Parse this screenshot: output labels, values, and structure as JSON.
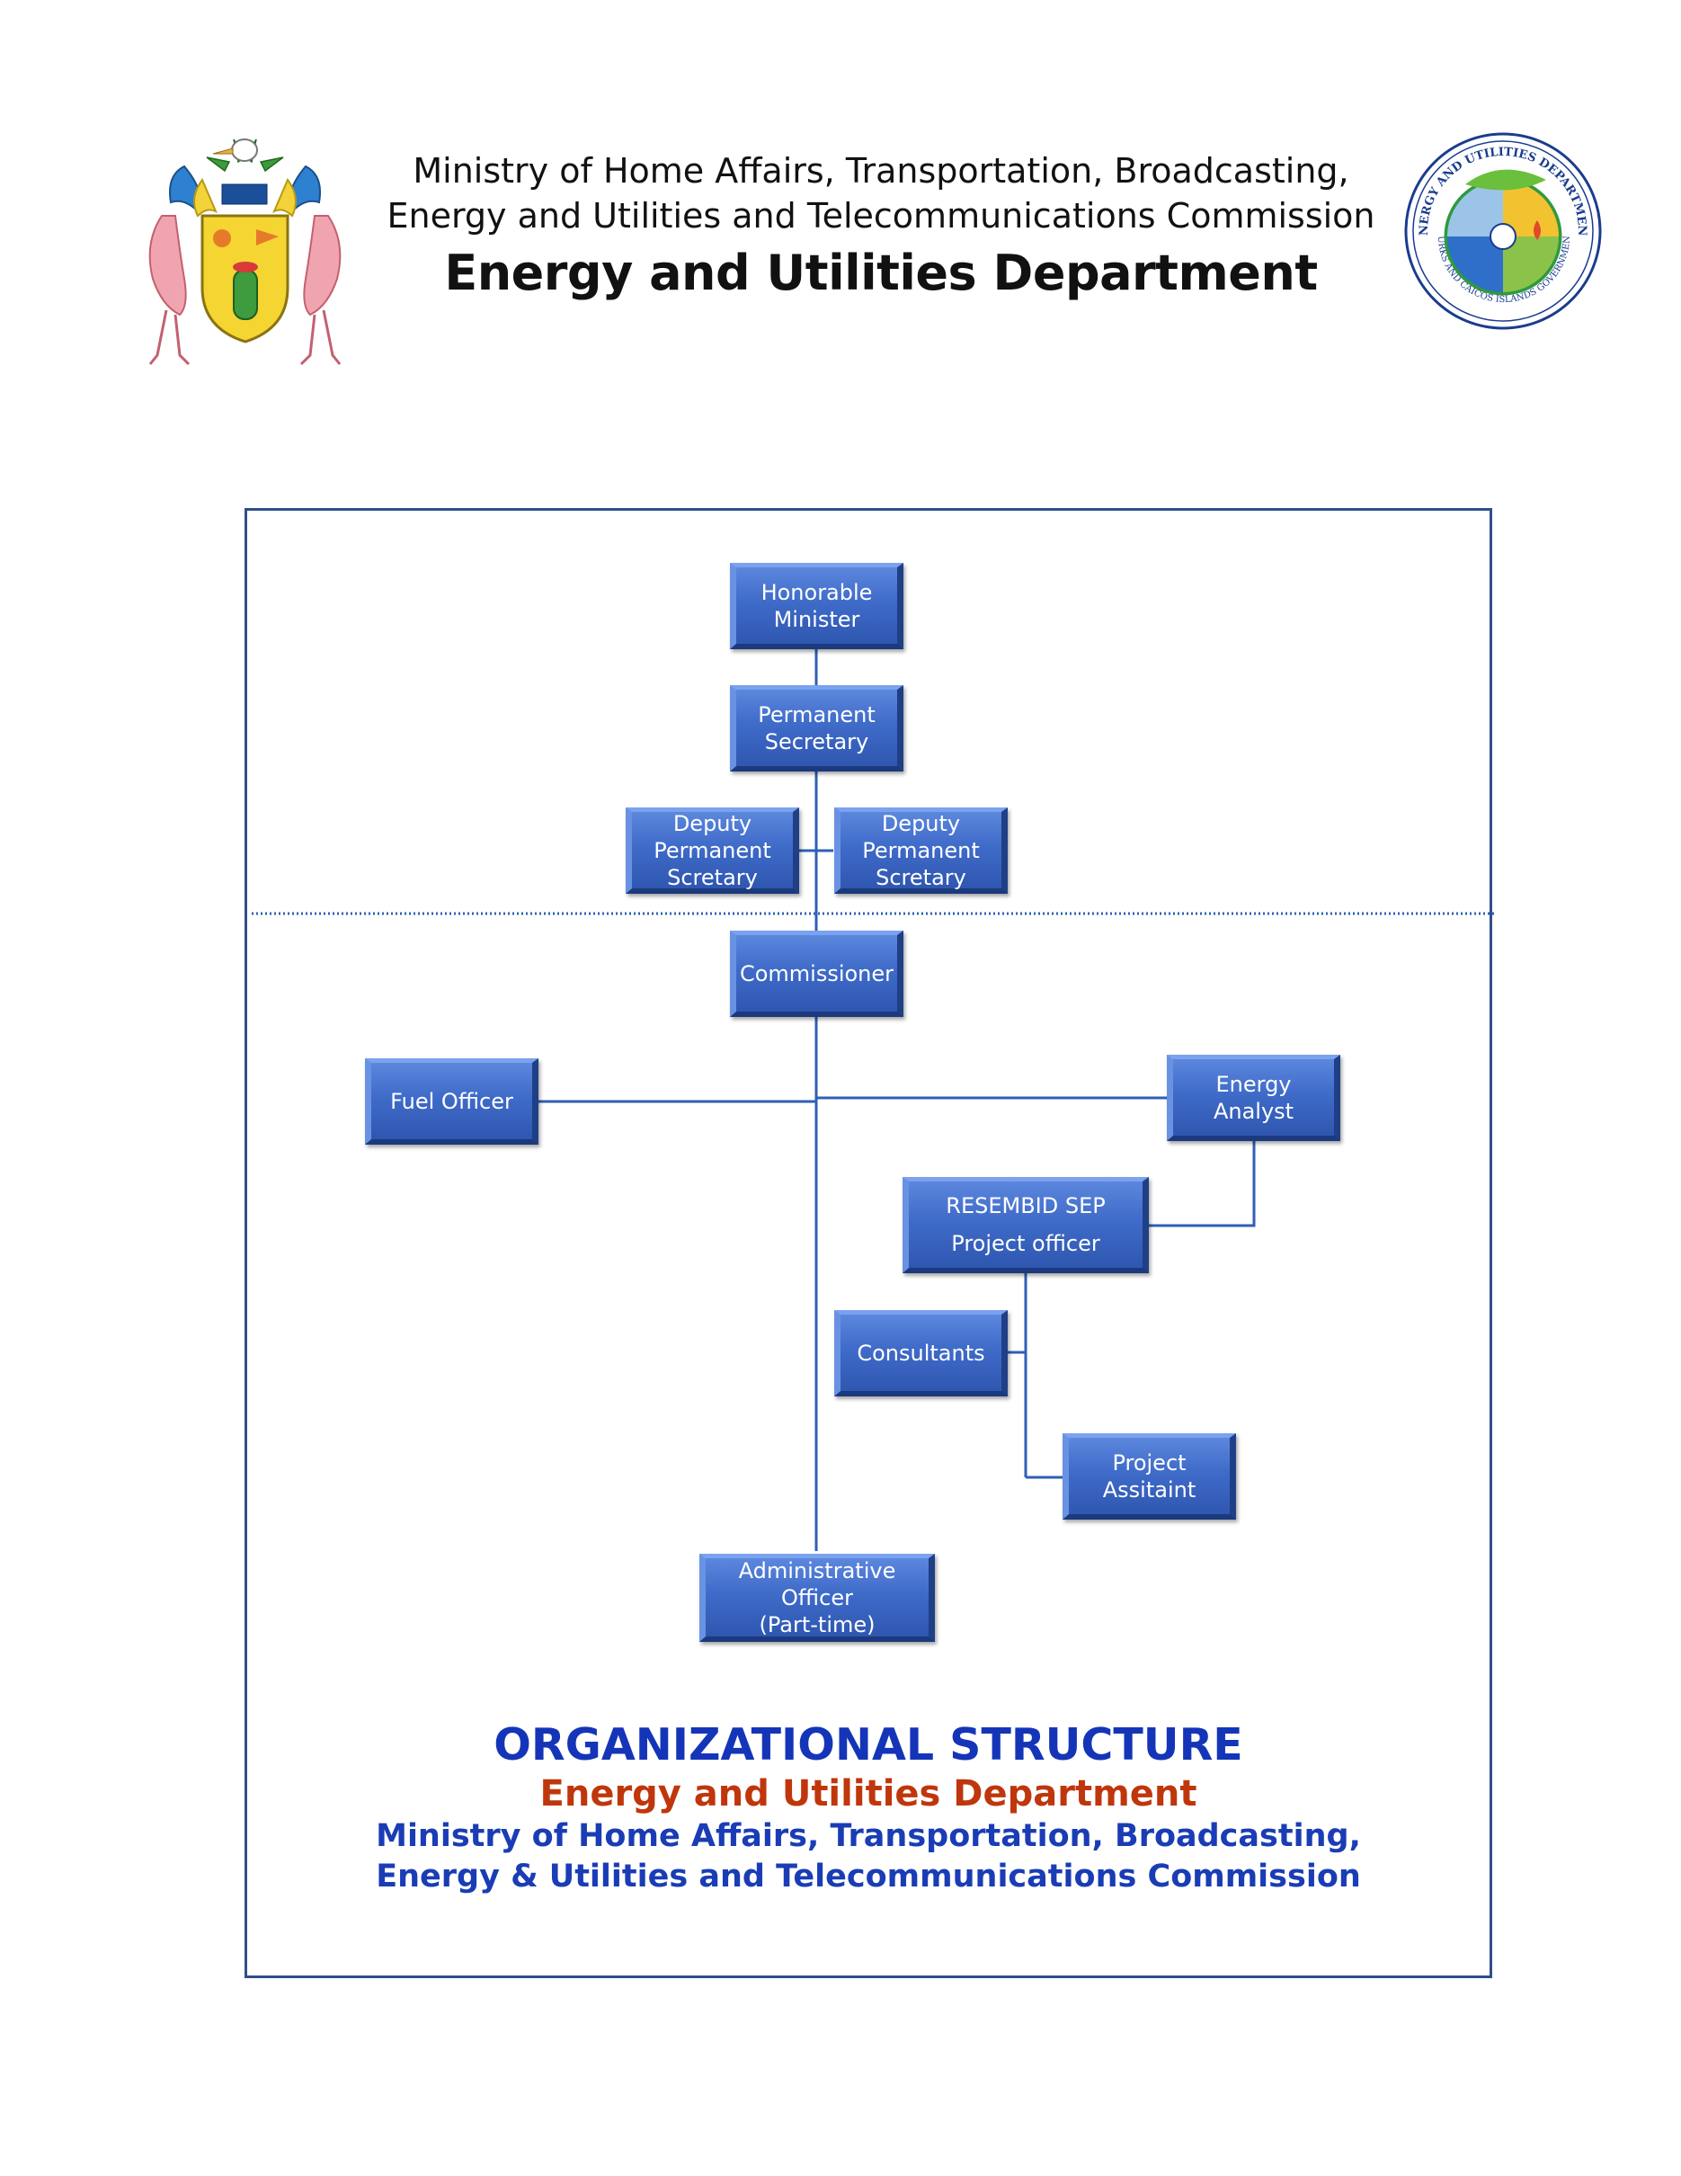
{
  "header": {
    "line1": "Ministry of Home Affairs, Transportation, Broadcasting,",
    "line2": "Energy and Utilities and Telecommunications Commission",
    "title": "Energy and Utilities Department"
  },
  "logos": {
    "crest": "tci-coat-of-arms",
    "seal": {
      "name": "energy-and-utilities-department-seal",
      "ring_top": "ENERGY AND UTILITIES DEPARTMENT",
      "ring_bottom": "TURKS AND CAICOS ISLANDS GOVERNMENT"
    }
  },
  "org_chart": {
    "nodes": {
      "minister": "Honorable\nMinister",
      "permanent_secretary": "Permanent\nSecretary",
      "deputy_ps_left": "Deputy\nPermanent\nScretary",
      "deputy_ps_right": "Deputy\nPermanent\nScretary",
      "commissioner": "Commissioner",
      "fuel_officer": "Fuel Officer",
      "energy_analyst": "Energy Analyst",
      "resembid_project_officer": "RESEMBID SEP\nProject officer",
      "consultants": "Consultants",
      "project_assistant": "Project\nAssitaint",
      "administrative_officer": "Administrative Officer\n(Part-time)"
    },
    "relations": [
      [
        "minister",
        "permanent_secretary"
      ],
      [
        "permanent_secretary",
        "deputy_ps_left"
      ],
      [
        "permanent_secretary",
        "deputy_ps_right"
      ],
      [
        "permanent_secretary",
        "commissioner"
      ],
      [
        "commissioner",
        "fuel_officer"
      ],
      [
        "commissioner",
        "energy_analyst"
      ],
      [
        "commissioner",
        "administrative_officer"
      ],
      [
        "energy_analyst",
        "resembid_project_officer"
      ],
      [
        "resembid_project_officer",
        "consultants"
      ],
      [
        "resembid_project_officer",
        "project_assistant"
      ]
    ]
  },
  "footer": {
    "title": "ORGANIZATIONAL STRUCTURE",
    "subtitle": "Energy and Utilities Department",
    "ministry_line1": "Ministry of Home Affairs, Transportation, Broadcasting,",
    "ministry_line2": "Energy & Utilities and Telecommunications Commission"
  },
  "colors": {
    "box_fill": "#3f6bc9",
    "connector": "#2f5fb5",
    "frame_border": "#2f4f8a",
    "footer_title": "#1535b8",
    "footer_subtitle": "#c0360c",
    "footer_ministry": "#1a3cb5"
  }
}
